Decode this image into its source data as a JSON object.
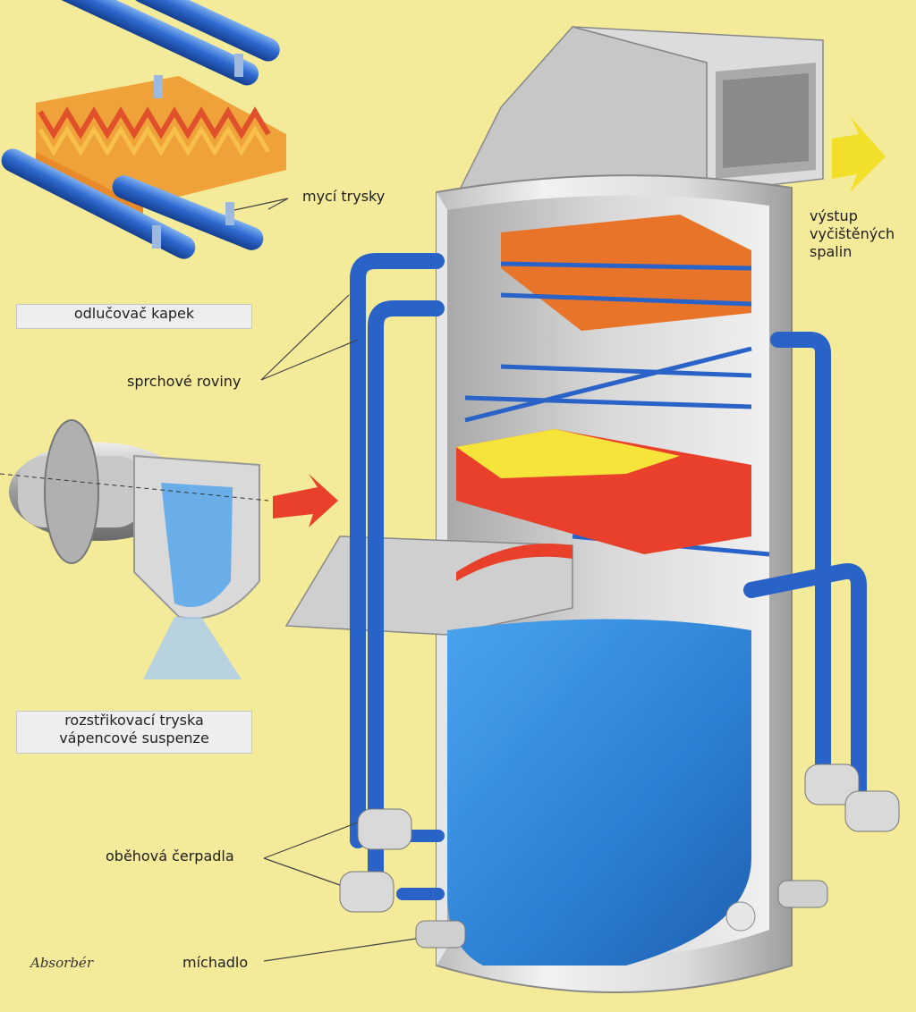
{
  "labels": {
    "myci_trysky": "mycí trysky",
    "odlucovac_kapek": "odlučovač kapek",
    "sprchove_roviny": "sprchové roviny",
    "rozstrikovaci_1": "rozstřikovací tryska",
    "rozstrikovaci_2": "vápencové suspenze",
    "vystup_1": "výstup",
    "vystup_2": "vyčištěných",
    "vystup_3": "spalin",
    "obehova_cerpadla": "oběhová čerpadla",
    "michadlo": "míchadlo",
    "caption": "Absorbér"
  },
  "colors": {
    "background": "#f3eb9a",
    "pipe": "#2a63c8",
    "liquid": "#2f86d6",
    "vessel": "#d6d6d6",
    "packing_orange": "#e86a2a",
    "packing_yellow": "#f7e43a",
    "arrow_red": "#e8402a",
    "arrow_yellow": "#f2df2a"
  }
}
